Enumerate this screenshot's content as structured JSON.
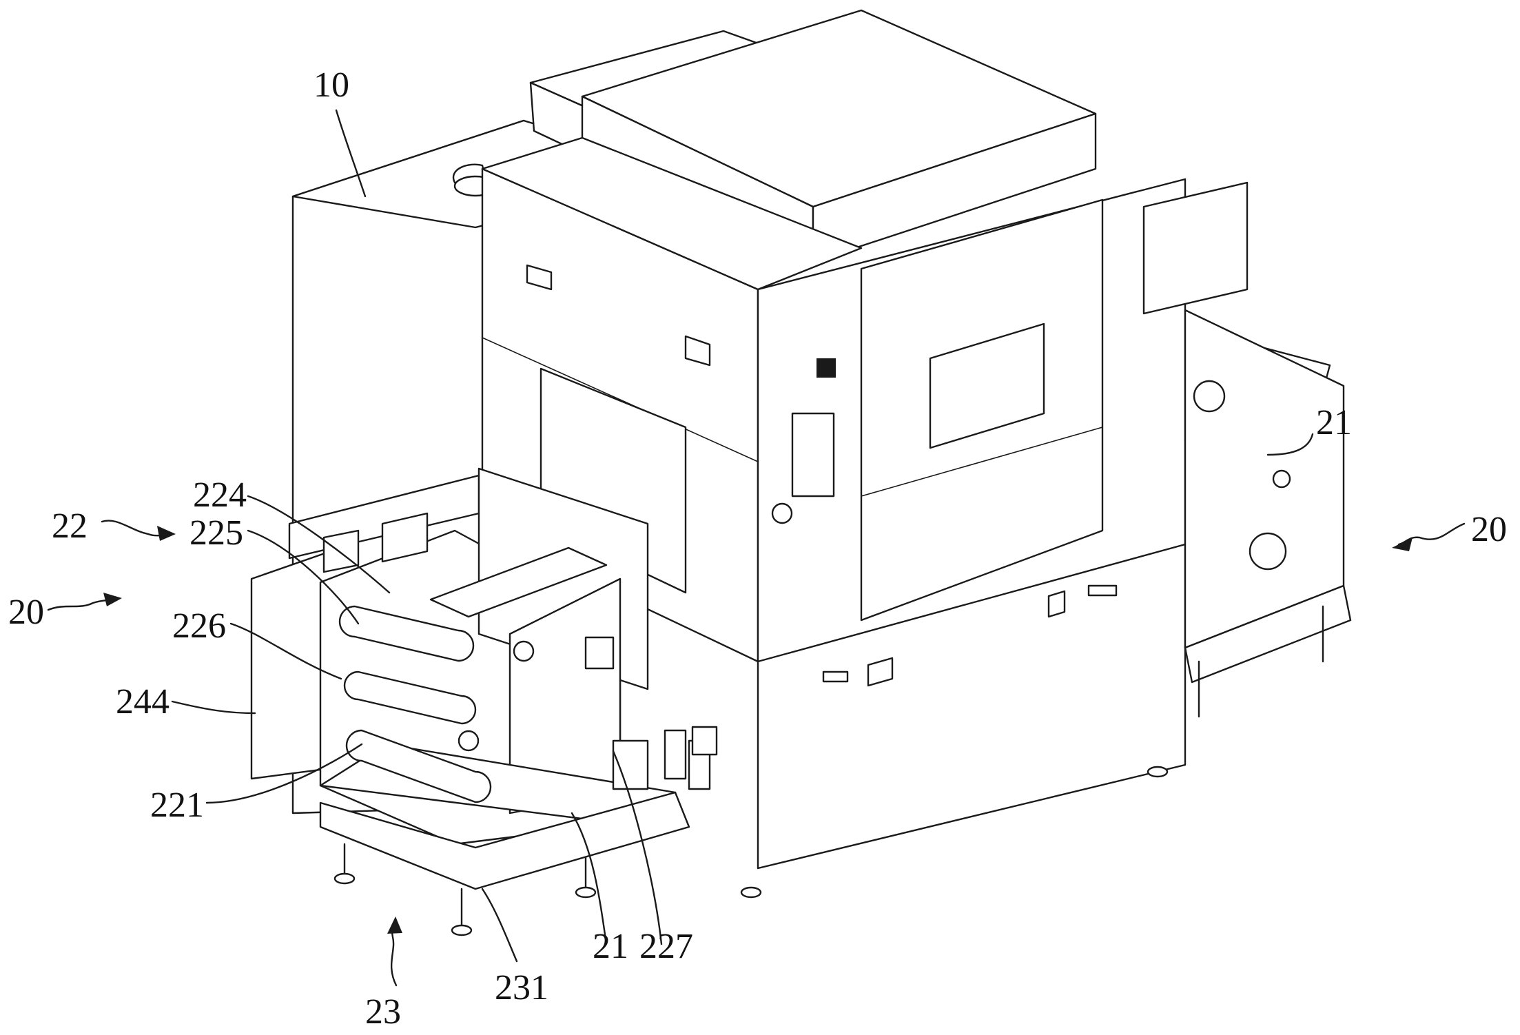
{
  "labels": {
    "ref_10": "10",
    "ref_21_right": "21",
    "ref_20_right": "20",
    "ref_22": "22",
    "ref_224": "224",
    "ref_225": "225",
    "ref_20_left": "20",
    "ref_226": "226",
    "ref_244": "244",
    "ref_221": "221",
    "ref_21_bottom": "21",
    "ref_227": "227",
    "ref_231": "231",
    "ref_23": "23"
  },
  "colors": {
    "line": "#1a1a1a",
    "background": "#ffffff"
  }
}
